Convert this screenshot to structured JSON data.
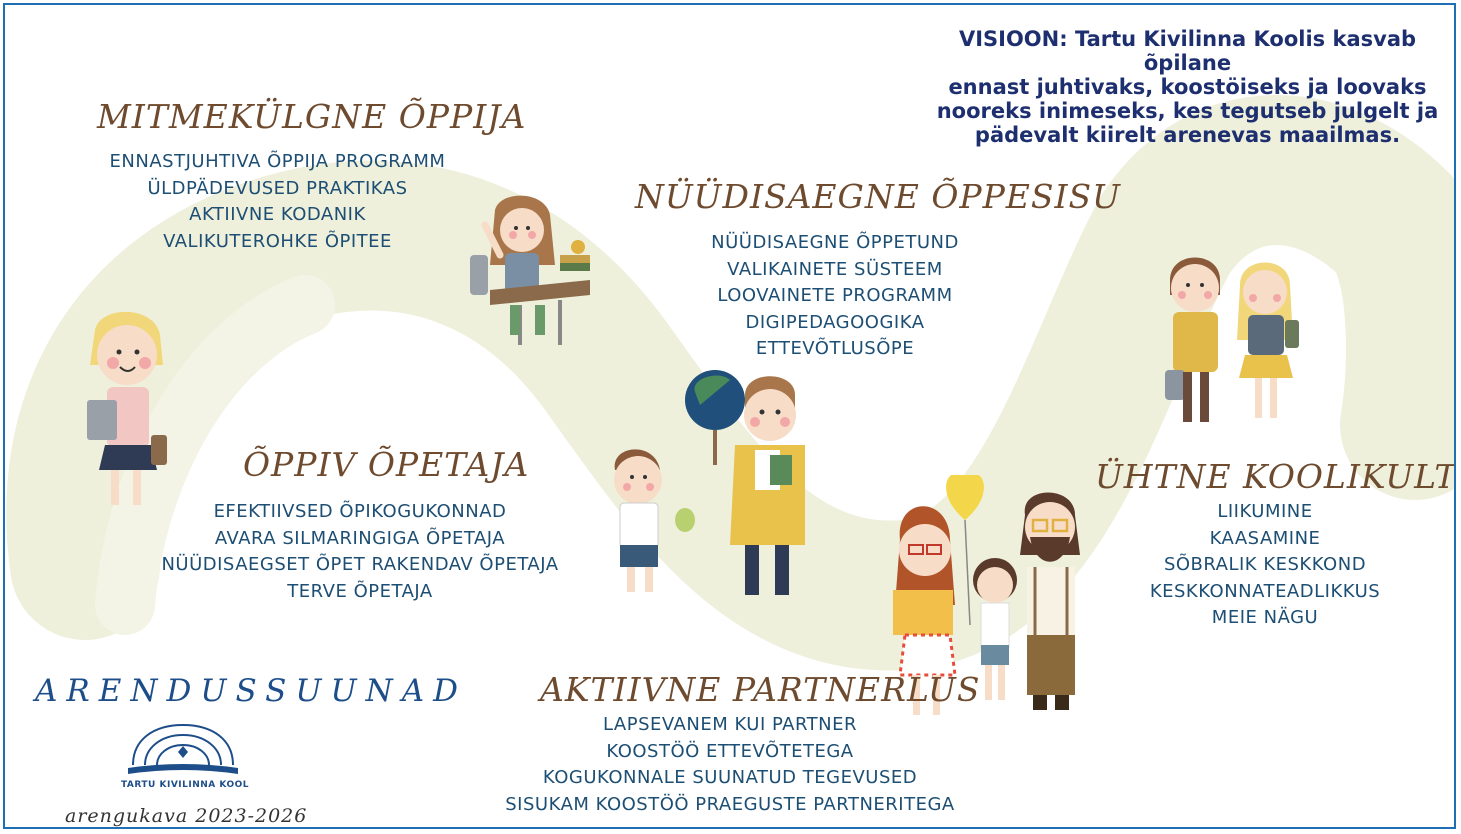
{
  "vision": {
    "lines": [
      "VISIOON: Tartu Kivilinna Koolis kasvab õpilane",
      "ennast juhtivaks, koostöiseks ja loovaks",
      "nooreks inimeseks, kes tegutseb julgelt ja",
      "pädevalt  kiirelt arenevas maailmas."
    ]
  },
  "sections": {
    "mitmekulgne": {
      "title": "MITMEKÜLGNE ÕPPIJA",
      "items": [
        "ENNASTJUHTIVA ÕPPIJA PROGRAMM",
        "ÜLDPÄDEVUSED PRAKTIKAS",
        "AKTIIVNE KODANIK",
        "VALIKUTEROHKE ÕPITEE"
      ]
    },
    "nuudisaegne": {
      "title": "NÜÜDISAEGNE ÕPPESISU",
      "items": [
        "NÜÜDISAEGNE ÕPPETUND",
        "VALIKAINETE SÜSTEEM",
        "LOOVAINETE PROGRAMM",
        "DIGIPEDAGOOGIKA",
        "ETTEVÕTLUSÕPE"
      ]
    },
    "oppiv": {
      "title": "ÕPPIV ÕPETAJA",
      "items": [
        "EFEKTIIVSED ÕPIKOGUKONNAD",
        "AVARA SILMARINGIGA ÕPETAJA",
        "NÜÜDISAEGSET ÕPET RAKENDAV ÕPETAJA",
        "TERVE ÕPETAJA"
      ]
    },
    "uhtne": {
      "title": "ÜHTNE KOOLIKULTUUR",
      "items": [
        "LIIKUMINE",
        "KAASAMINE",
        "SÕBRALIK KESKKOND",
        "KESKKONNATEADLIKKUS",
        "MEIE NÄGU"
      ]
    },
    "aktiivne": {
      "title": "AKTIIVNE PARTNERLUS",
      "items": [
        "LAPSEVANEM KUI PARTNER",
        "KOOSTÖÖ ETTEVÕTETEGA",
        "KOGUKONNALE SUUNATUD TEGEVUSED",
        "SISUKAM KOOSTÖÖ PRAEGUSTE PARTNERITEGA"
      ]
    }
  },
  "footer": {
    "heading": "ARENDUSSUUNAD",
    "logo_text": "TARTU KIVILINNA KOOL",
    "plan": "arengukava 2023-2026"
  }
}
